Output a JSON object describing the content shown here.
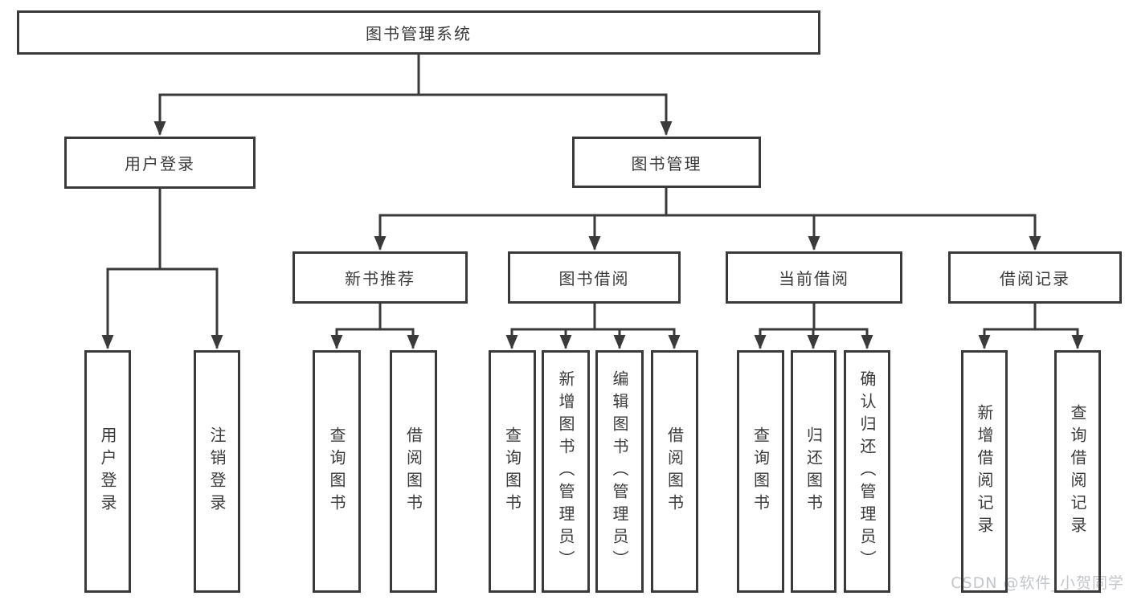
{
  "diagram": {
    "kind": "hierarchy-tree",
    "tree": {
      "root": {
        "label": "图书管理系统"
      },
      "branches": [
        {
          "label": "用户登录",
          "children": [
            {
              "label": "用户登录"
            },
            {
              "label": "注销登录"
            }
          ]
        },
        {
          "label": "图书管理",
          "children": [
            {
              "label": "新书推荐",
              "children": [
                {
                  "label": "查询图书"
                },
                {
                  "label": "借阅图书"
                }
              ]
            },
            {
              "label": "图书借阅",
              "children": [
                {
                  "label": "查询图书"
                },
                {
                  "label": "新增图书（管理员）"
                },
                {
                  "label": "编辑图书（管理员）"
                },
                {
                  "label": "借阅图书"
                }
              ]
            },
            {
              "label": "当前借阅",
              "children": [
                {
                  "label": "查询图书"
                },
                {
                  "label": "归还图书"
                },
                {
                  "label": "确认归还（管理员）"
                }
              ]
            },
            {
              "label": "借阅记录",
              "children": [
                {
                  "label": "新增借阅记录"
                },
                {
                  "label": "查询借阅记录"
                }
              ]
            }
          ]
        }
      ]
    },
    "colors": {
      "line": "#3a3a3a",
      "box_border": "#3a3a3a",
      "text": "#3b3b3b",
      "background": "#ffffff",
      "watermark": "#c2c5c9"
    }
  },
  "watermark": {
    "text": "CSDN @软件_小贺同学"
  }
}
